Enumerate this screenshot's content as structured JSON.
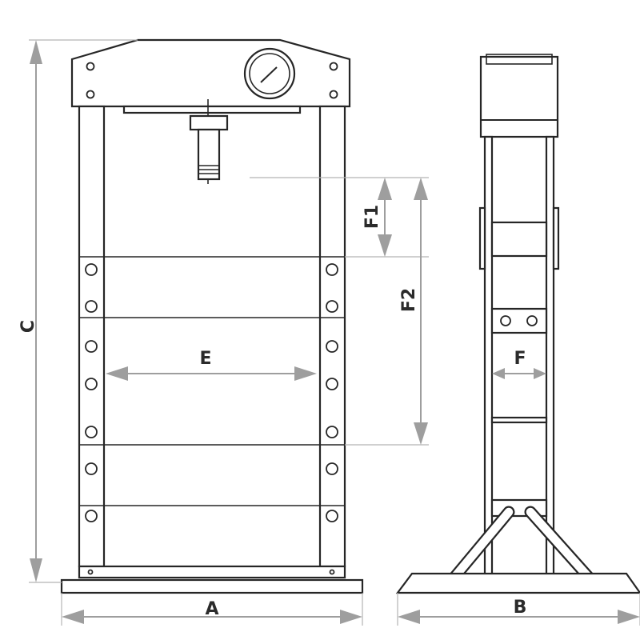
{
  "labels": {
    "A": "A",
    "B": "B",
    "C": "C",
    "E": "E",
    "F": "F",
    "F1": "F1",
    "F2": "F2"
  },
  "colors": {
    "outline": "#262626",
    "dimension": "#9e9e9e",
    "label": "#2b2b2b",
    "background": "#ffffff"
  }
}
